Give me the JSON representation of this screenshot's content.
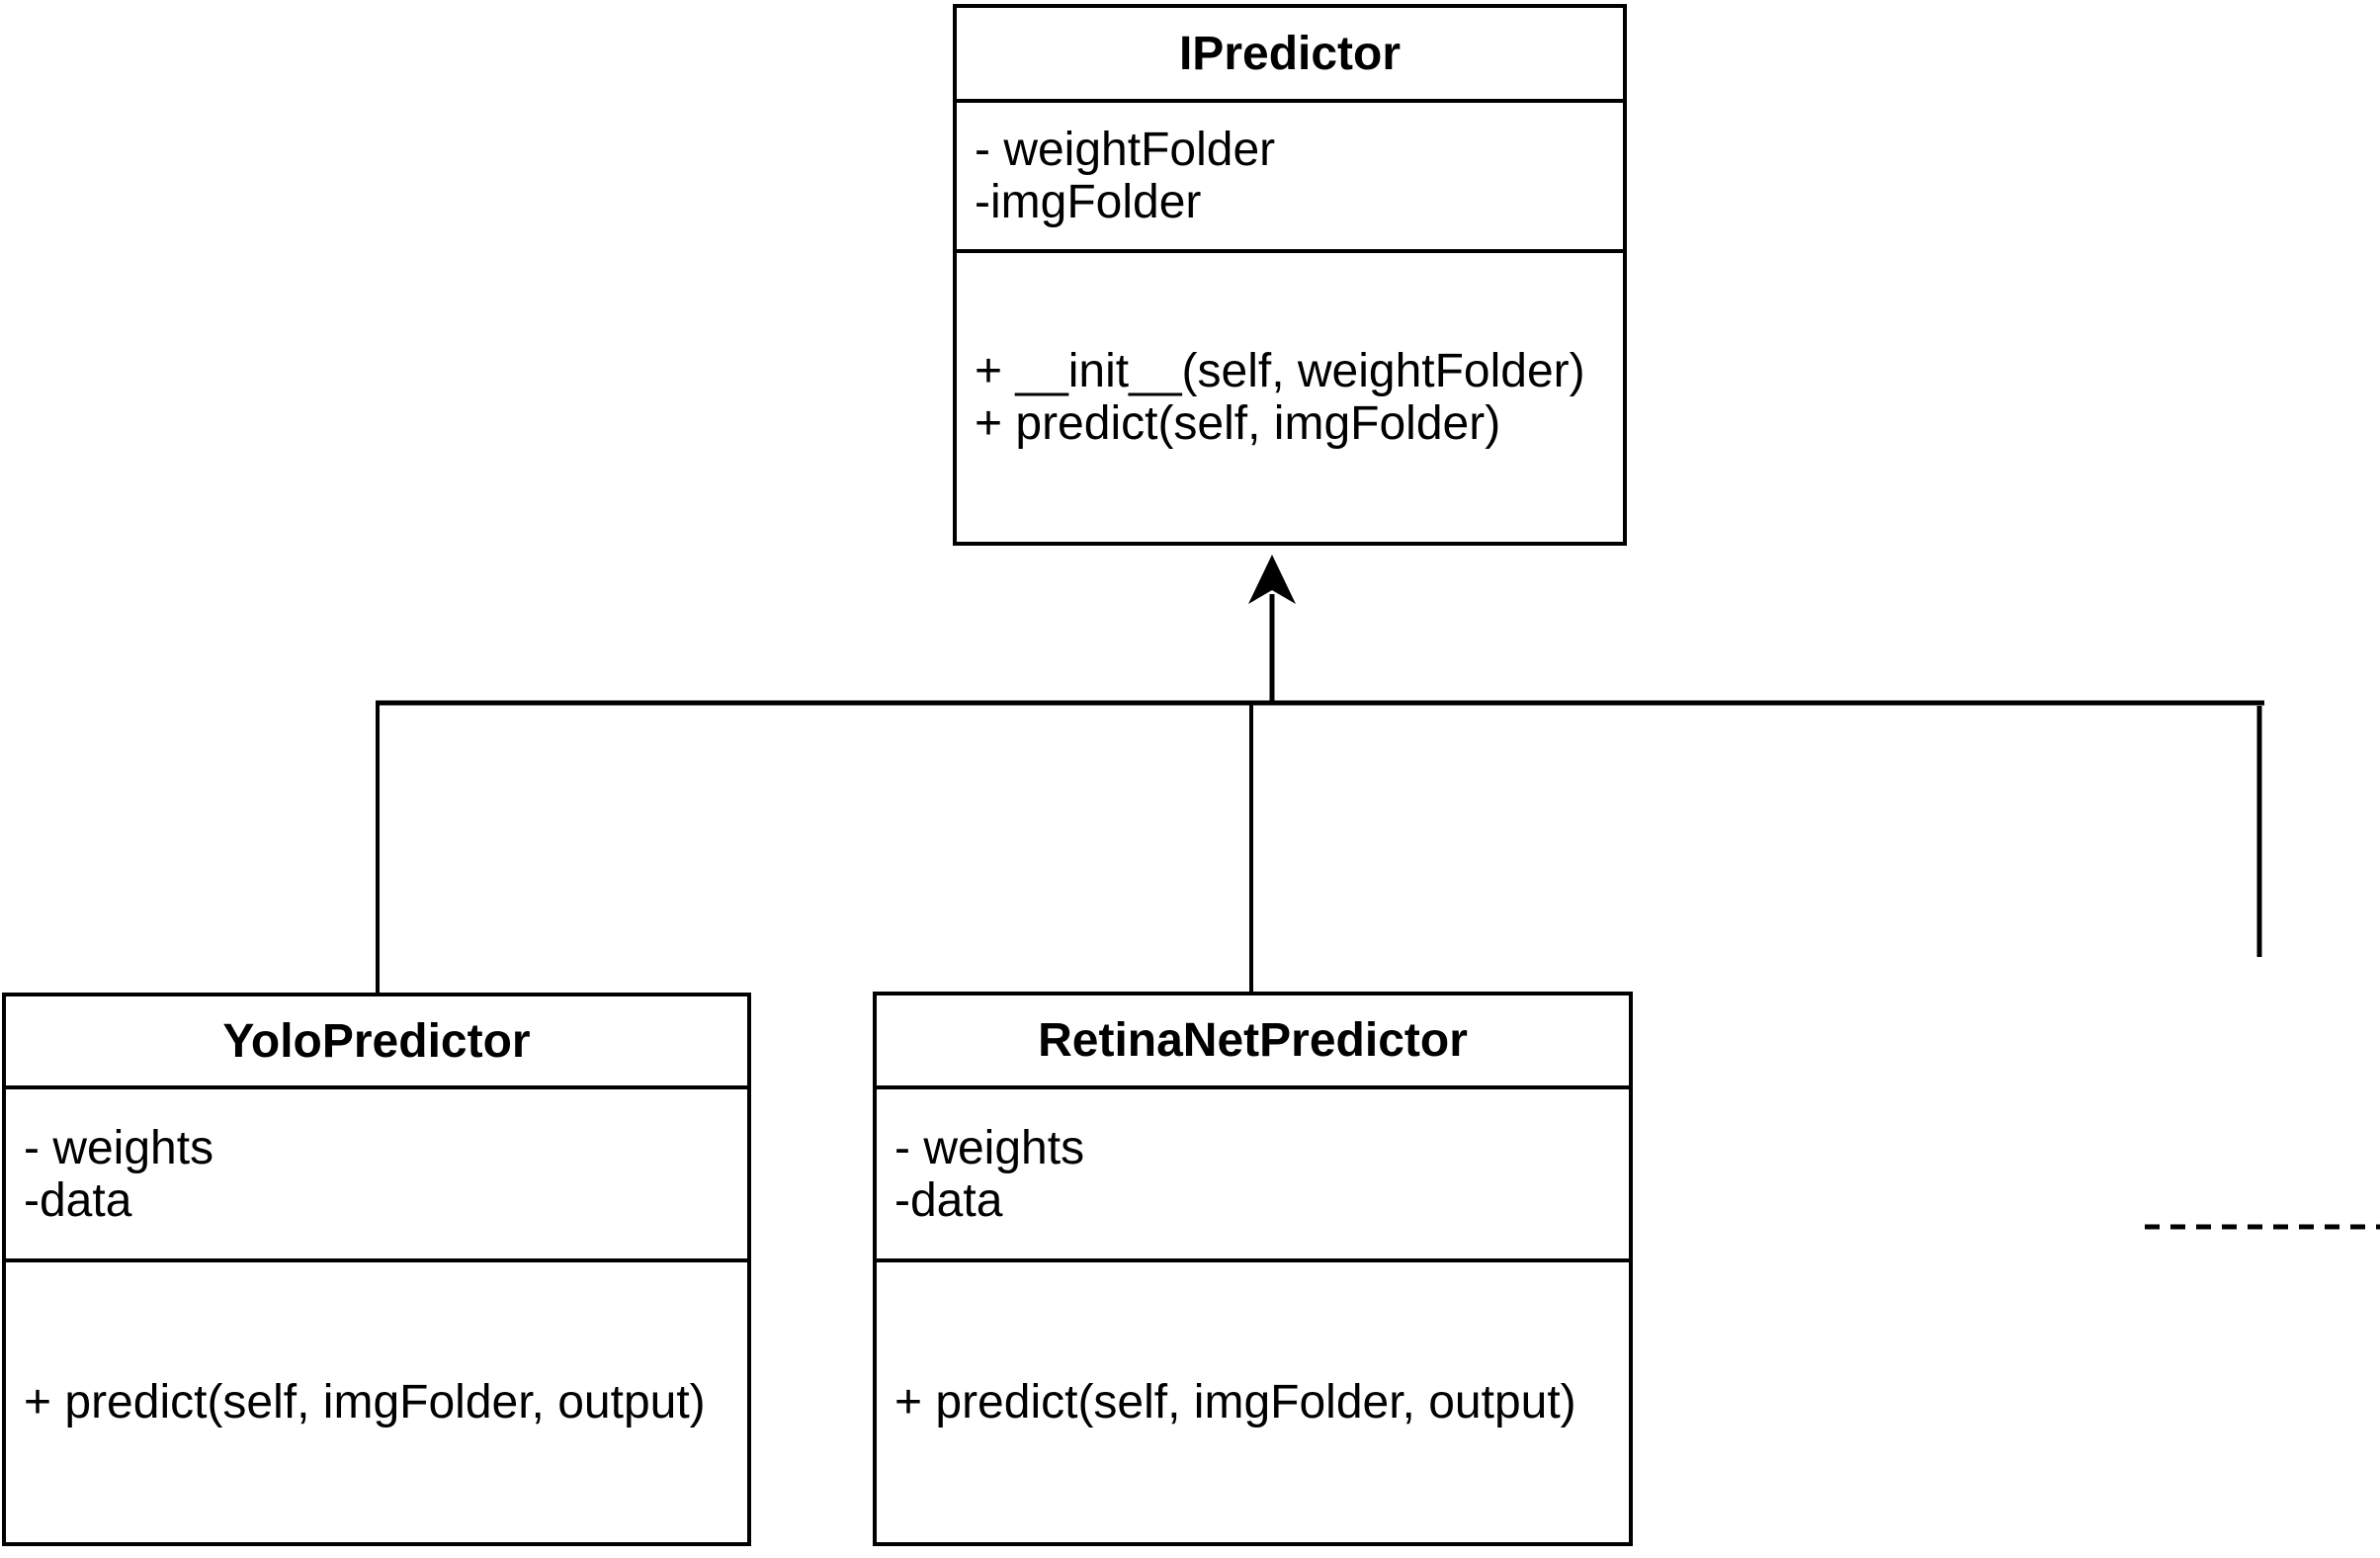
{
  "diagram": {
    "kind": "uml-class-diagram",
    "relationship": "inheritance",
    "colors": {
      "background": "#ffffff",
      "line": "#000000",
      "text": "#000000"
    },
    "classes": [
      {
        "name": "IPredictor",
        "attributes": [
          "- weightFolder",
          "-imgFolder"
        ],
        "methods": [
          "+ __init__(self, weightFolder)",
          "+ predict(self, imgFolder)"
        ]
      },
      {
        "name": "YoloPredictor",
        "attributes": [
          "- weights",
          "-data"
        ],
        "methods": [
          "+ predict(self, imgFolder, output)"
        ]
      },
      {
        "name": "RetinaNetPredictor",
        "attributes": [
          "- weights",
          "-data"
        ],
        "methods": [
          "+ predict(self, imgFolder, output)"
        ]
      }
    ]
  }
}
